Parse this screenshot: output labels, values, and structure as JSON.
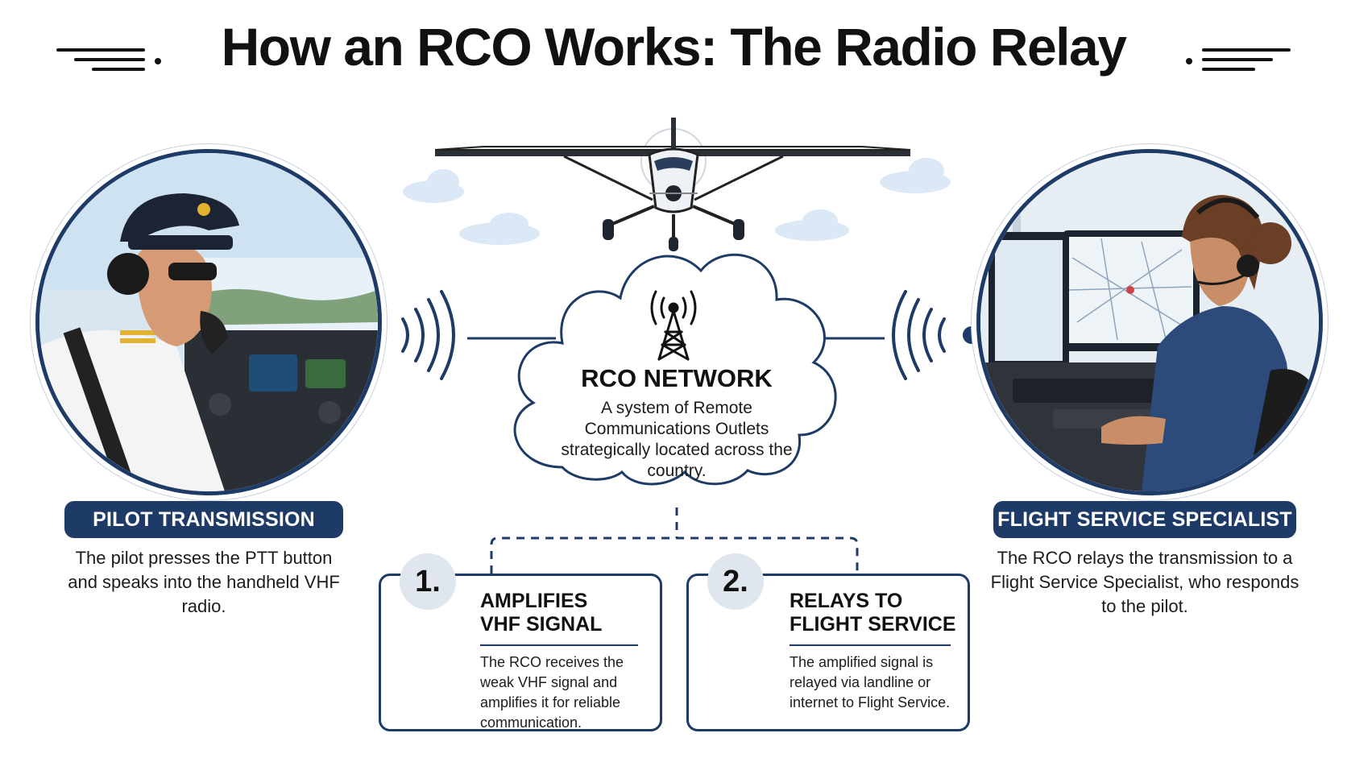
{
  "title": "How an RCO Works: The Radio Relay",
  "pilot": {
    "label": "PILOT TRANSMISSION",
    "description": "The pilot presses the PTT button and speaks into the handheld VHF radio."
  },
  "network": {
    "title": "RCO NETWORK",
    "description": "A system of Remote Communications Outlets strategically located across the country."
  },
  "specialist": {
    "label": "FLIGHT SERVICE SPECIALIST",
    "description": "The RCO relays the transmission to a Flight Service Specialist, who responds to the pilot."
  },
  "steps": [
    {
      "number": "1.",
      "title_line1": "AMPLIFIES",
      "title_line2": "VHF SIGNAL",
      "text": "The RCO receives the weak VHF signal and amplifies it for reliable communication.",
      "icon": "radio-tower-icon"
    },
    {
      "number": "2.",
      "title_line1": "RELAYS TO",
      "title_line2": "FLIGHT SERVICE",
      "text": "The amplified signal is relayed via landline or internet to Flight Service.",
      "icon": "satellite-dish-icon"
    }
  ],
  "colors": {
    "navy": "#1d3b66",
    "badge": "#dfe6ee",
    "cloud_fill": "#ffffff",
    "sky": "#dbe9f6"
  }
}
